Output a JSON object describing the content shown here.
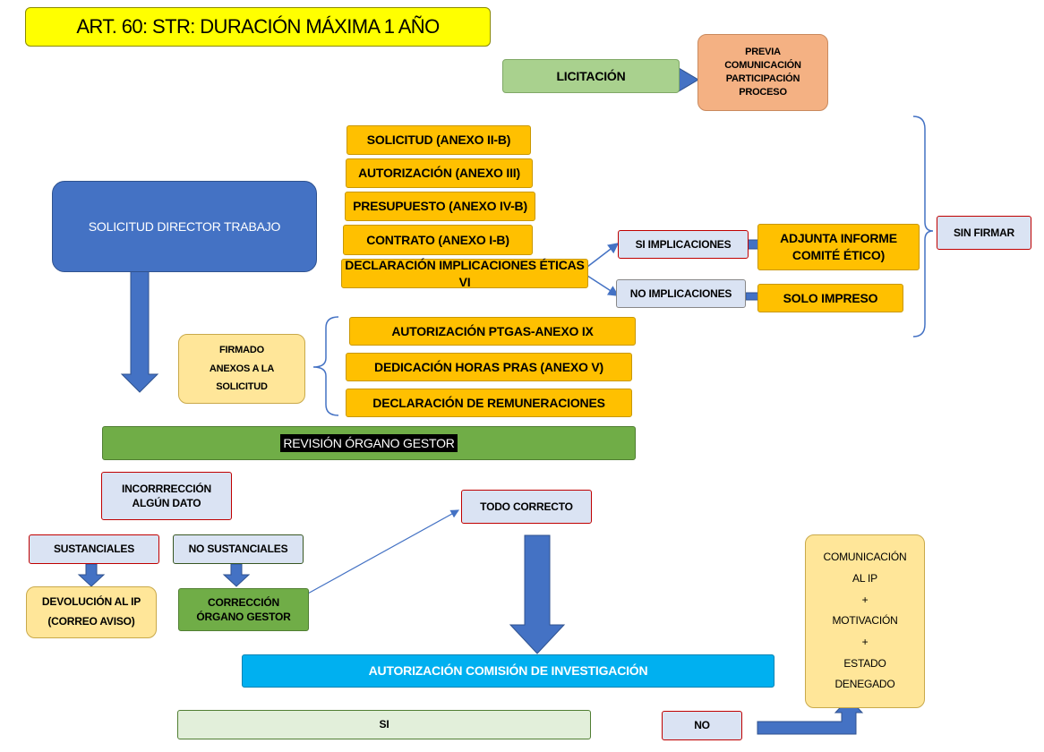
{
  "title": "ART. 60: STR: DURACIÓN MÁXIMA 1 AÑO",
  "licitacion": "LICITACIÓN",
  "previa": [
    "PREVIA",
    "COMUNICACIÓN",
    "PARTICIPACIÓN",
    "PROCESO"
  ],
  "solicitud_director": "SOLICITUD DIRECTOR TRABAJO",
  "anexos": [
    "SOLICITUD (ANEXO II-B)",
    "AUTORIZACIÓN (ANEXO III)",
    "PRESUPUESTO (ANEXO IV-B)",
    "CONTRATO (ANEXO I-B)",
    "DECLARACIÓN IMPLICACIONES ÉTICAS VI"
  ],
  "si_implicaciones": "SI IMPLICACIONES",
  "no_implicaciones": "NO IMPLICACIONES",
  "adjunta_informe": [
    "ADJUNTA INFORME",
    "COMITÉ ÉTICO)"
  ],
  "solo_impreso": "SOLO IMPRESO",
  "sin_firmar": "SIN FIRMAR",
  "firmado": [
    "FIRMADO",
    "ANEXOS A LA",
    "SOLICITUD"
  ],
  "anexos_firmados": [
    "AUTORIZACIÓN PTGAS-ANEXO IX",
    "DEDICACIÓN HORAS PRAS (ANEXO V)",
    "DECLARACIÓN DE REMUNERACIONES"
  ],
  "revision": "REVISIÓN ÓRGANO GESTOR",
  "incorreccion": [
    "INCORRRECCIÓN",
    "ALGÚN DATO"
  ],
  "sustanciales": "SUSTANCIALES",
  "no_sustanciales": "NO SUSTANCIALES",
  "devolucion": [
    "DEVOLUCIÓN AL IP",
    "(CORREO AVISO)"
  ],
  "correccion": [
    "CORRECCIÓN",
    "ÓRGANO GESTOR"
  ],
  "todo_correcto": "TODO CORRECTO",
  "autorizacion_comision": "AUTORIZACIÓN COMISIÓN DE INVESTIGACIÓN",
  "si": "SI",
  "no": "NO",
  "comunicacion": [
    "COMUNICACIÓN",
    "AL IP",
    "+",
    "MOTIVACIÓN",
    "+",
    "ESTADO",
    "DENEGADO"
  ],
  "colors": {
    "title_bg": "#ffff00",
    "licitacion_bg": "#a9d18e",
    "previa_bg": "#f4b183",
    "anexo_bg": "#ffc000",
    "solicitud_bg": "#4472c4",
    "option_bg": "#dae3f3",
    "firmado_bg": "#ffe699",
    "revision_bg": "#70ad47",
    "comision_bg": "#00b0f0",
    "arrow": "#4472c4"
  }
}
